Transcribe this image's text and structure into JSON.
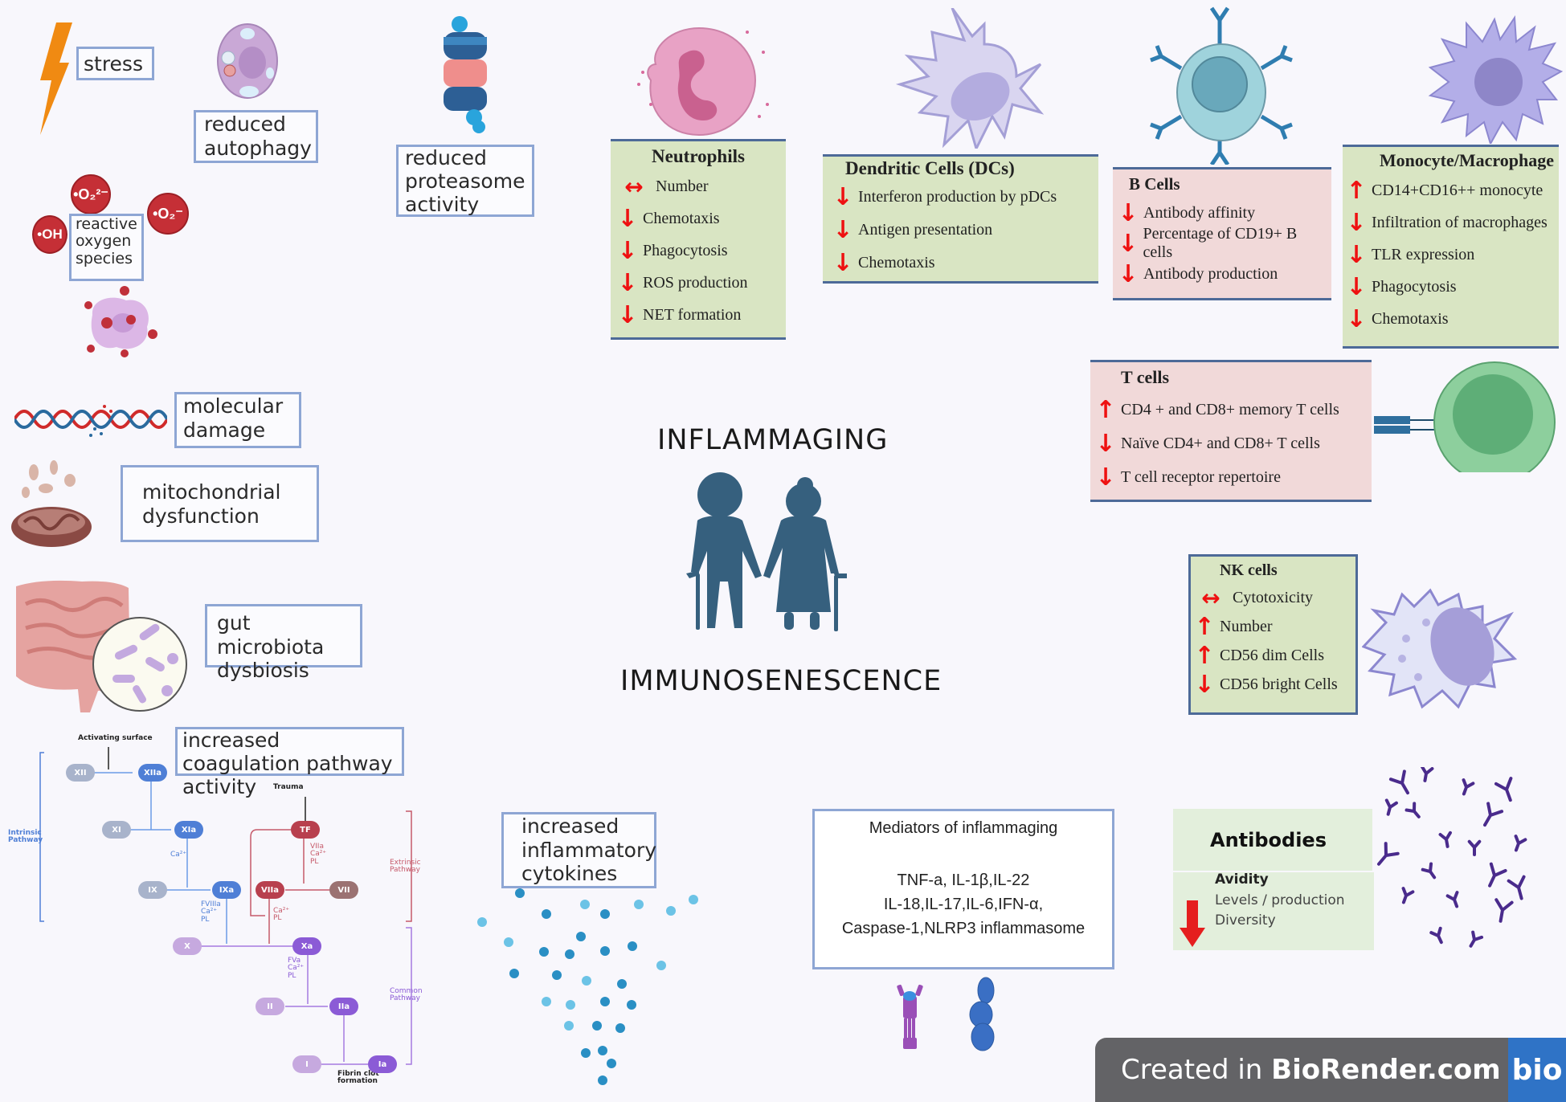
{
  "colors": {
    "label_border": "#8ea6d4",
    "green_box": "#d9e5c3",
    "pink_box": "#f1d9d9",
    "box_rule": "#4d6a98",
    "arrow_red": "#ee1111",
    "elderly_icon": "#36607e",
    "badge_gray": "#636366",
    "badge_blue": "#2f73c6"
  },
  "center": {
    "title_top": "INFLAMMAGING",
    "title_bottom": "IMMUNOSENESCENCE",
    "icon": "elderly-couple-icon"
  },
  "causes": [
    {
      "id": "stress",
      "label": "stress",
      "icon": "lightning-icon"
    },
    {
      "id": "autophagy",
      "label": "reduced autophagy",
      "icon": "autophagy-cell-icon"
    },
    {
      "id": "proteasome",
      "label": "reduced proteasome activity",
      "icon": "proteasome-icon"
    },
    {
      "id": "ros",
      "label": "reactive oxygen species",
      "icon": "ros-molecules-icon",
      "molecules": [
        "•O₂²⁻",
        "•O₂⁻",
        "•OH"
      ]
    },
    {
      "id": "molecular",
      "label": "molecular damage",
      "icon": "dna-damage-icon"
    },
    {
      "id": "mito",
      "label": "mitochondrial dysfunction",
      "icon": "mitochondrion-icon"
    },
    {
      "id": "gut",
      "label": "gut microbiota dysbiosis",
      "icon": "intestine-bacteria-icon"
    },
    {
      "id": "coag",
      "label": "increased coagulation pathway activity",
      "icon": "coagulation-cascade-icon"
    },
    {
      "id": "cyto",
      "label": "increased inflammatory cytokines",
      "icon": "cytokine-dots-icon"
    }
  ],
  "coagulation": {
    "activating_surface": "Activating surface",
    "trauma": "Trauma",
    "intrinsic": "Intrinsic Pathway",
    "extrinsic": "Extrinsic Pathway",
    "common": "Common Pathway",
    "fibrin": "Fibrin clot formation",
    "nodes": [
      "XII",
      "XIIa",
      "XI",
      "XIa",
      "IX",
      "IXa",
      "TF",
      "VIIa",
      "VII",
      "X",
      "Xa",
      "II",
      "IIa",
      "I",
      "Ia"
    ],
    "cofactors": {
      "xia": "Ca²⁺",
      "tf": "VIIa Ca²⁺ PL",
      "ixa": "FVIIIa Ca²⁺ PL",
      "viia": "Ca²⁺ PL",
      "xa": "FVa Ca²⁺ PL"
    }
  },
  "cells": {
    "neutrophils": {
      "title": "Neutrophils",
      "items": [
        {
          "dir": "both",
          "text": "Number"
        },
        {
          "dir": "down",
          "text": "Chemotaxis"
        },
        {
          "dir": "down",
          "text": "Phagocytosis"
        },
        {
          "dir": "down",
          "text": "ROS production"
        },
        {
          "dir": "down",
          "text": "NET formation"
        }
      ]
    },
    "dendritic": {
      "title": "Dendritic Cells (DCs)",
      "items": [
        {
          "dir": "down",
          "text": "Interferon production by pDCs"
        },
        {
          "dir": "down",
          "text": "Antigen presentation"
        },
        {
          "dir": "down",
          "text": "Chemotaxis"
        }
      ]
    },
    "bcells": {
      "title": "B Cells",
      "items": [
        {
          "dir": "down",
          "text": "Antibody affinity"
        },
        {
          "dir": "down",
          "text": "Percentage of CD19+ B cells"
        },
        {
          "dir": "down",
          "text": "Antibody production"
        }
      ]
    },
    "monocyte": {
      "title": "Monocyte/Macrophage",
      "items": [
        {
          "dir": "up",
          "text": "CD14+CD16++ monocyte"
        },
        {
          "dir": "down",
          "text": "Infiltration of macrophages"
        },
        {
          "dir": "down",
          "text": "TLR expression"
        },
        {
          "dir": "down",
          "text": "Phagocytosis"
        },
        {
          "dir": "down",
          "text": "Chemotaxis"
        }
      ]
    },
    "tcells": {
      "title": "T cells",
      "items": [
        {
          "dir": "up",
          "text": "CD4 + and CD8+ memory T cells"
        },
        {
          "dir": "down",
          "text": "Naïve CD4+ and CD8+ T cells"
        },
        {
          "dir": "down",
          "text": "T cell receptor repertoire"
        }
      ]
    },
    "nk": {
      "title": "NK cells",
      "items": [
        {
          "dir": "both",
          "text": "Cytotoxicity"
        },
        {
          "dir": "up",
          "text": "Number"
        },
        {
          "dir": "up",
          "text": "CD56 dim Cells"
        },
        {
          "dir": "down",
          "text": "CD56 bright Cells"
        }
      ]
    }
  },
  "mediators": {
    "title": "Mediators of inflammaging",
    "lines": [
      "TNF-a, IL-1β,IL-22",
      "IL-18,IL-17,IL-6,IFN-α,",
      "Caspase-1,NLRP3 inflammasome"
    ]
  },
  "antibodies": {
    "title": "Antibodies",
    "items": [
      "Avidity",
      "Levels / production",
      "Diversity"
    ],
    "dir": "down"
  },
  "badge": {
    "prefix": "Created in ",
    "brand": "BioRender.com",
    "logo": "bio"
  }
}
